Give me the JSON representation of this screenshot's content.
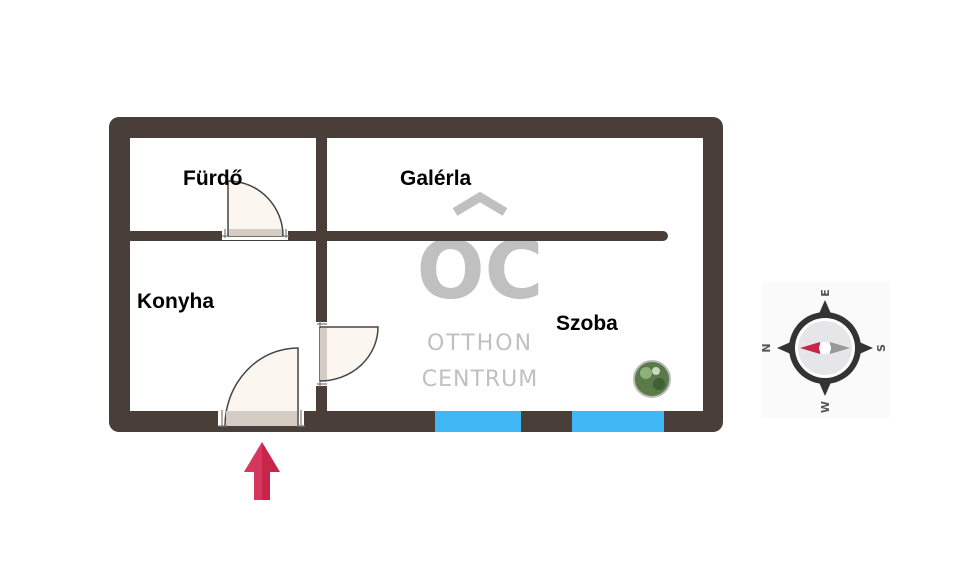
{
  "rooms": {
    "bathroom": "Fürdő",
    "gallery": "Galérla",
    "kitchen": "Konyha",
    "room": "Szoba"
  },
  "watermark": {
    "logo": "OC",
    "line1": "OTTHON",
    "line2": "CENTRUM"
  },
  "compass": {
    "north": "N",
    "east": "E",
    "south": "S",
    "west": "W"
  },
  "colors": {
    "wall": "#4a3f38",
    "window": "#3fb8f5",
    "entrance_arrow": "#c8254a",
    "door_fill": "#fbf6f0"
  }
}
